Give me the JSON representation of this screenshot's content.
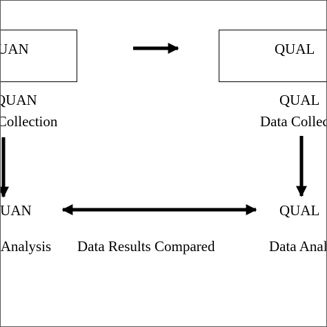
{
  "quan": {
    "box_label": "QUAN",
    "collection_title": "QUAN",
    "collection_subtitle": "Data Collection",
    "analysis_title": "QUAN",
    "analysis_subtitle": "Data Analysis"
  },
  "qual": {
    "box_label": "QUAL",
    "collection_title": "QUAL",
    "collection_subtitle": "Data Collection",
    "analysis_title": "QUAL",
    "analysis_subtitle": "Data Analysis"
  },
  "comparison": {
    "label": "Data Results Compared"
  }
}
